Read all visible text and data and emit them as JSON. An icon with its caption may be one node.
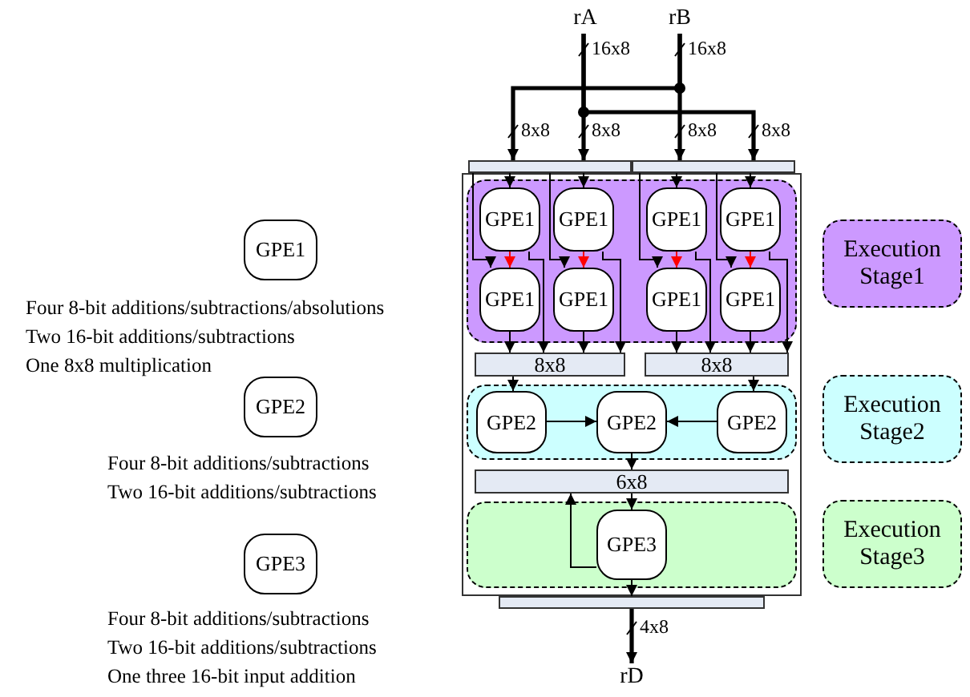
{
  "diagram": {
    "nodes": [
      {
        "text": [
          "rA"
        ]
      },
      {
        "text": [
          "rB"
        ]
      },
      {
        "text": [],
        "shape": "bar"
      },
      {
        "text": [],
        "shape": "bar"
      },
      {
        "text": [],
        "shape": "box"
      },
      {
        "text": [],
        "shape": "box",
        "in": 4
      },
      {
        "text": [
          "GPE1"
        ],
        "in": 5
      },
      {
        "text": [
          "GPE1"
        ],
        "in": 5
      },
      {
        "text": [
          "GPE1"
        ],
        "in": 5
      },
      {
        "text": [
          "GPE1"
        ],
        "in": 5
      },
      {
        "text": [
          "GPE1"
        ],
        "in": 5
      },
      {
        "text": [
          "GPE1"
        ],
        "in": 5
      },
      {
        "text": [
          "GPE1"
        ],
        "in": 5
      },
      {
        "text": [
          "GPE1"
        ],
        "in": 5
      },
      {
        "text": [
          "8x8"
        ],
        "in": 4
      },
      {
        "text": [
          "8x8"
        ],
        "in": 4
      },
      {
        "text": [],
        "shape": "box",
        "in": 4
      },
      {
        "text": [
          "GPE2"
        ],
        "in": 16
      },
      {
        "text": [
          "GPE2"
        ],
        "in": 16
      },
      {
        "text": [
          "GPE2"
        ],
        "in": 16
      },
      {
        "text": [
          "6x8"
        ],
        "in": 4
      },
      {
        "text": [],
        "shape": "box",
        "in": 4
      },
      {
        "text": [
          "GPE3"
        ],
        "in": 21
      },
      {
        "text": [],
        "shape": "bar"
      },
      {
        "text": [
          "rD"
        ]
      },
      {
        "text": [
          "Execution Stage1"
        ]
      },
      {
        "text": [
          "Execution Stage2"
        ]
      },
      {
        "text": [
          "Execution Stage3"
        ]
      },
      {
        "text": [
          "GPE1"
        ],
        "beside": [
          "Four 8-bit additions/subtractions/absolutions",
          "Two 16-bit additions/subtractions",
          "One 8x8 multiplication"
        ]
      },
      {
        "text": [
          "GPE2"
        ],
        "beside": [
          "Four 8-bit additions/subtractions",
          "Two 16-bit additions/subtractions"
        ]
      },
      {
        "text": [
          "GPE3"
        ],
        "beside": [
          "Four 8-bit additions/subtractions",
          "Two 16-bit additions/subtractions",
          "One three 16-bit input addition"
        ]
      }
    ],
    "edges": [
      {
        "from": 1,
        "to": 2,
        "arrow": "to",
        "style": "thick"
      },
      {
        "from": 0,
        "to": 2,
        "arrow": "to",
        "style": "thick"
      },
      {
        "from": 1,
        "to": 3,
        "arrow": "to",
        "style": "thick"
      },
      {
        "from": 0,
        "to": 3,
        "arrow": "to",
        "style": "thick"
      },
      {
        "from": 2,
        "to": 6,
        "arrow": "to"
      },
      {
        "from": 2,
        "to": 10,
        "arrow": "to"
      },
      {
        "from": 6,
        "to": 10,
        "arrow": "to",
        "color": "#ff0000"
      },
      {
        "from": 6,
        "to": 14,
        "arrow": "to"
      },
      {
        "from": 10,
        "to": 14,
        "arrow": "to"
      },
      {
        "from": 2,
        "to": 7,
        "arrow": "to"
      },
      {
        "from": 2,
        "to": 11,
        "arrow": "to"
      },
      {
        "from": 7,
        "to": 11,
        "arrow": "to",
        "color": "#ff0000"
      },
      {
        "from": 7,
        "to": 14,
        "arrow": "to"
      },
      {
        "from": 11,
        "to": 14,
        "arrow": "to"
      },
      {
        "from": 3,
        "to": 8,
        "arrow": "to"
      },
      {
        "from": 3,
        "to": 12,
        "arrow": "to"
      },
      {
        "from": 8,
        "to": 12,
        "arrow": "to",
        "color": "#ff0000"
      },
      {
        "from": 8,
        "to": 15,
        "arrow": "to"
      },
      {
        "from": 12,
        "to": 15,
        "arrow": "to"
      },
      {
        "from": 3,
        "to": 9,
        "arrow": "to"
      },
      {
        "from": 3,
        "to": 13,
        "arrow": "to"
      },
      {
        "from": 9,
        "to": 13,
        "arrow": "to",
        "color": "#ff0000"
      },
      {
        "from": 9,
        "to": 15,
        "arrow": "to"
      },
      {
        "from": 13,
        "to": 15,
        "arrow": "to"
      },
      {
        "from": 14,
        "to": 17,
        "arrow": "to"
      },
      {
        "from": 15,
        "to": 19,
        "arrow": "to"
      },
      {
        "from": 17,
        "to": 18,
        "arrow": "to"
      },
      {
        "from": 19,
        "to": 18,
        "arrow": "to"
      },
      {
        "from": 18,
        "to": 20,
        "arrow": "to"
      },
      {
        "from": 20,
        "to": 22,
        "arrow": "to"
      },
      {
        "from": 22,
        "to": 20,
        "arrow": "to"
      },
      {
        "from": 22,
        "to": 23,
        "arrow": "to"
      },
      {
        "from": 23,
        "to": 24,
        "arrow": "to",
        "style": "thick"
      }
    ],
    "labels": [
      "16x8",
      "16x8",
      "8x8",
      "8x8",
      "8x8",
      "8x8",
      "4x8"
    ]
  }
}
